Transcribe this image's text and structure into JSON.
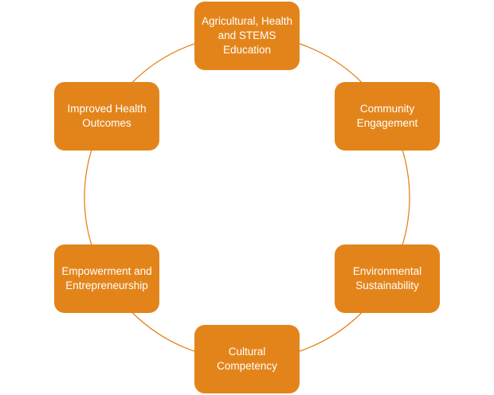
{
  "colors": {
    "node_fill": "#e3841b",
    "ring_stroke": "#e3841b",
    "node_text": "#ffffff"
  },
  "cycle": {
    "nodes": [
      {
        "label": "Agricultural, Health and STEMS Education"
      },
      {
        "label": "Community Engagement"
      },
      {
        "label": "Environmental Sustainability"
      },
      {
        "label": "Cultural Competency"
      },
      {
        "label": "Empowerment and Entrepreneurship"
      },
      {
        "label": "Improved Health Outcomes"
      }
    ]
  }
}
